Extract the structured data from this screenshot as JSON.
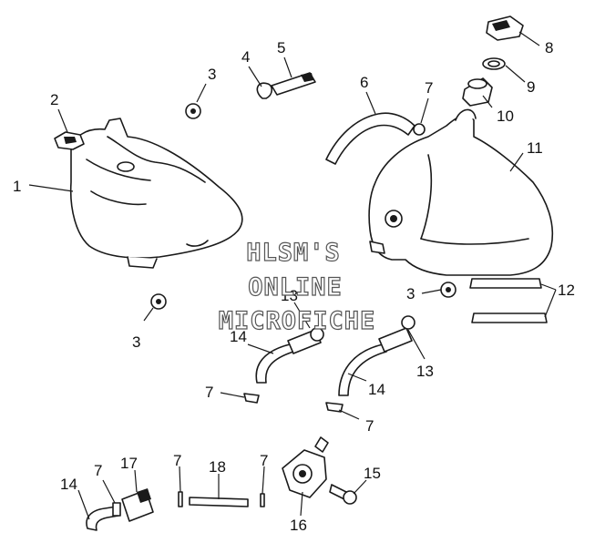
{
  "watermark": {
    "line1": "HLSM'S",
    "line2": "ONLINE",
    "line3": "MICROFICHE"
  },
  "callouts": [
    {
      "id": "c1",
      "text": "1"
    },
    {
      "id": "c2",
      "text": "2"
    },
    {
      "id": "c3a",
      "text": "3"
    },
    {
      "id": "c4",
      "text": "4"
    },
    {
      "id": "c5",
      "text": "5"
    },
    {
      "id": "c6",
      "text": "6"
    },
    {
      "id": "c7a",
      "text": "7"
    },
    {
      "id": "c8",
      "text": "8"
    },
    {
      "id": "c9",
      "text": "9"
    },
    {
      "id": "c10",
      "text": "10"
    },
    {
      "id": "c11",
      "text": "11"
    },
    {
      "id": "c3b",
      "text": "3"
    },
    {
      "id": "c12",
      "text": "12"
    },
    {
      "id": "c13a",
      "text": "13"
    },
    {
      "id": "c3c",
      "text": "3"
    },
    {
      "id": "c14a",
      "text": "14"
    },
    {
      "id": "c13b",
      "text": "13"
    },
    {
      "id": "c7b",
      "text": "7"
    },
    {
      "id": "c14b",
      "text": "14"
    },
    {
      "id": "c7c",
      "text": "7"
    },
    {
      "id": "c14c",
      "text": "14"
    },
    {
      "id": "c7d",
      "text": "7"
    },
    {
      "id": "c17",
      "text": "17"
    },
    {
      "id": "c7e",
      "text": "7"
    },
    {
      "id": "c18",
      "text": "18"
    },
    {
      "id": "c7f",
      "text": "7"
    },
    {
      "id": "c16",
      "text": "16"
    },
    {
      "id": "c15",
      "text": "15"
    }
  ]
}
